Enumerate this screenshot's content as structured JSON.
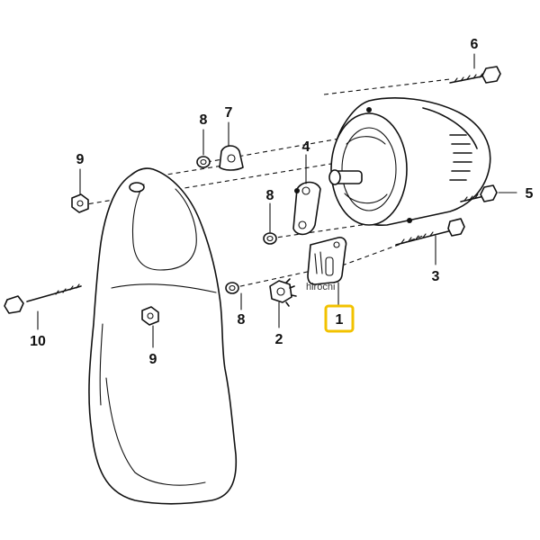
{
  "parts": [
    {
      "id": "1",
      "label": "1",
      "highlighted": true
    },
    {
      "id": "2",
      "label": "2"
    },
    {
      "id": "3",
      "label": "3"
    },
    {
      "id": "4",
      "label": "4"
    },
    {
      "id": "5",
      "label": "5"
    },
    {
      "id": "6",
      "label": "6"
    },
    {
      "id": "7",
      "label": "7"
    },
    {
      "id": "8a",
      "label": "8"
    },
    {
      "id": "8b",
      "label": "8"
    },
    {
      "id": "8c",
      "label": "8"
    },
    {
      "id": "9a",
      "label": "9"
    },
    {
      "id": "9b",
      "label": "9"
    },
    {
      "id": "10",
      "label": "10"
    }
  ],
  "watermark": "hirochi",
  "colors": {
    "highlight_border": "#f2c200",
    "line": "#111111",
    "background": "#ffffff"
  }
}
